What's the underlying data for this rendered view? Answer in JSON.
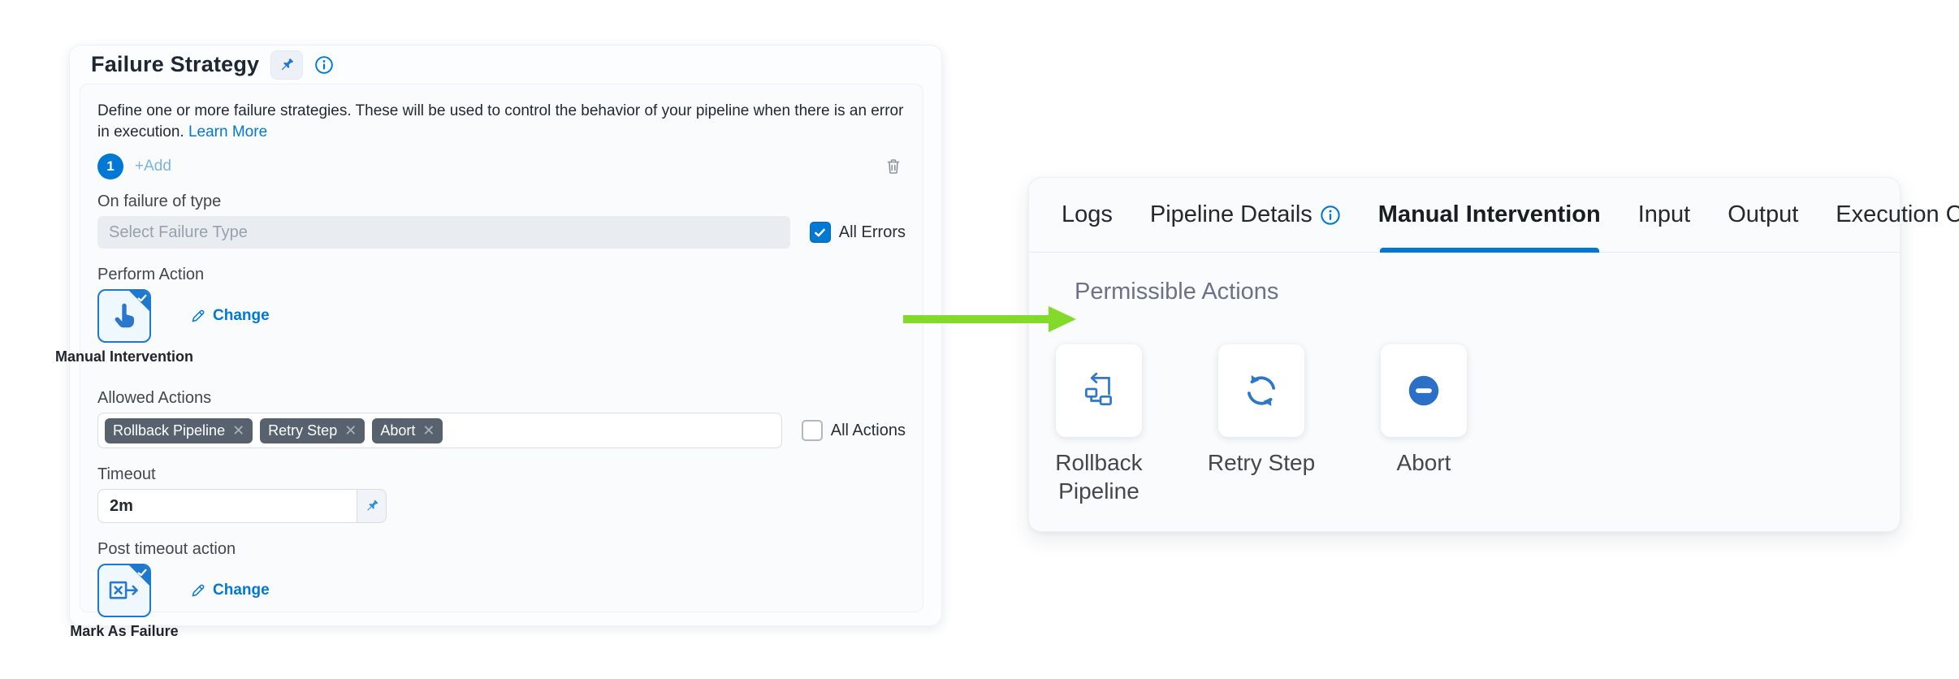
{
  "colors": {
    "accent_blue": "#0278d5",
    "tile_border_blue": "#1e78cb",
    "tag_background": "#57626e",
    "arrow_green": "#83da2b",
    "disabled_input": "#e9edf1"
  },
  "icons": {
    "pin": "pushpin-icon",
    "info": "info-circle-icon",
    "trash": "trash-icon",
    "pencil": "pencil-icon",
    "check": "checkmark-icon",
    "manual_intervention": "hand-pointer-icon",
    "mark_as_failure": "x-box-arrow-icon",
    "rollback": "rollback-pipeline-icon",
    "retry": "retry-circular-arrows-icon",
    "abort": "abort-minus-circle-icon"
  },
  "failure_strategy": {
    "title": "Failure Strategy",
    "description": "Define one or more failure strategies. These will be used to control the behavior of your pipeline when there is an error in execution.",
    "learn_more_label": "Learn More",
    "strategy_index": "1",
    "add_label": "+Add",
    "on_failure_label": "On failure of type",
    "failure_type_placeholder": "Select Failure Type",
    "all_errors_label": "All Errors",
    "all_errors_checked": true,
    "perform_action_label": "Perform Action",
    "perform_action_name": "Manual Intervention",
    "change_label": "Change",
    "allowed_actions_label": "Allowed Actions",
    "allowed_actions": [
      "Rollback Pipeline",
      "Retry Step",
      "Abort"
    ],
    "all_actions_label": "All Actions",
    "all_actions_checked": false,
    "timeout_label": "Timeout",
    "timeout_value": "2m",
    "post_timeout_label": "Post timeout action",
    "post_timeout_action_name": "Mark As Failure"
  },
  "details_panel": {
    "tabs": [
      {
        "label": "Logs",
        "active": false
      },
      {
        "label": "Pipeline Details",
        "active": false,
        "has_info_icon": true
      },
      {
        "label": "Manual Intervention",
        "active": true
      },
      {
        "label": "Input",
        "active": false
      },
      {
        "label": "Output",
        "active": false
      },
      {
        "label": "Execution Context",
        "active": false
      }
    ],
    "section_title": "Permissible Actions",
    "actions": [
      {
        "label": "Rollback Pipeline",
        "icon": "rollback-pipeline-icon"
      },
      {
        "label": "Retry Step",
        "icon": "retry-circular-arrows-icon"
      },
      {
        "label": "Abort",
        "icon": "abort-minus-circle-icon"
      }
    ]
  }
}
